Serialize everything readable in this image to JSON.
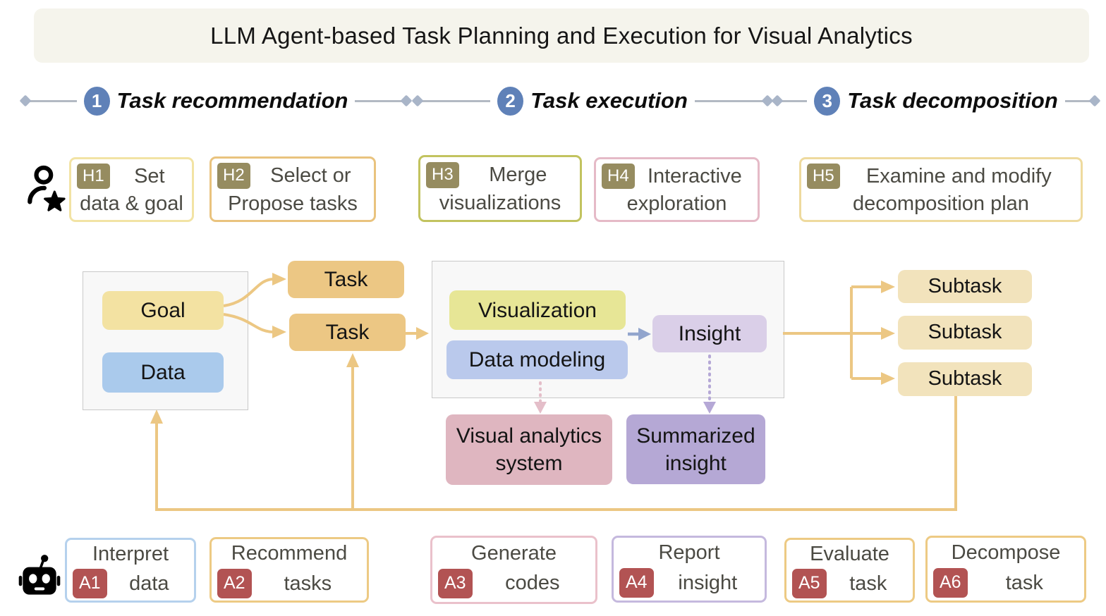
{
  "title": "LLM Agent-based Task Planning and Execution for Visual Analytics",
  "phases": [
    {
      "num": "1",
      "label": "Task recommendation"
    },
    {
      "num": "2",
      "label": "Task execution"
    },
    {
      "num": "3",
      "label": "Task decomposition"
    }
  ],
  "human_row": {
    "icon": "person-star-icon",
    "tasks": [
      {
        "id": "H1",
        "line1": "Set",
        "line2": "data & goal",
        "border": "#f2e3a4"
      },
      {
        "id": "H2",
        "line1": "Select or",
        "line2": "Propose tasks",
        "border": "#e9c37e"
      },
      {
        "id": "H3",
        "line1": "Merge",
        "line2": "visualizations",
        "border": "#c2c35f"
      },
      {
        "id": "H4",
        "line1": "Interactive",
        "line2": "exploration",
        "border": "#e5bac7"
      },
      {
        "id": "H5",
        "line1": "Examine and modify",
        "line2": "decomposition plan",
        "border": "#eeda9e"
      }
    ]
  },
  "agent_row": {
    "icon": "robot-icon",
    "tasks": [
      {
        "id": "A1",
        "line1": "Interpret",
        "line2": "data",
        "border": "#b5d1ed"
      },
      {
        "id": "A2",
        "line1": "Recommend",
        "line2": "tasks",
        "border": "#edca84"
      },
      {
        "id": "A3",
        "line1": "Generate",
        "line2": "codes",
        "border": "#eac1cb"
      },
      {
        "id": "A4",
        "line1": "Report",
        "line2": "insight",
        "border": "#c5b9de"
      },
      {
        "id": "A5",
        "line1": "Evaluate",
        "line2": "task",
        "border": "#edca84"
      },
      {
        "id": "A6",
        "line1": "Decompose",
        "line2": "task",
        "border": "#edca84"
      }
    ]
  },
  "flow": {
    "goal": "Goal",
    "data": "Data",
    "tasks": [
      "Task",
      "Task"
    ],
    "visualization": "Visualization",
    "data_modeling": "Data modeling",
    "insight": "Insight",
    "va_system": {
      "line1": "Visual analytics",
      "line2": "system"
    },
    "summarized_insight": {
      "line1": "Summarized",
      "line2": "insight"
    },
    "subtasks": [
      "Subtask",
      "Subtask",
      "Subtask"
    ]
  },
  "colors": {
    "title_bg": "#f5f4ec",
    "phase_blue": "#5f81b8",
    "phase_line": "#b3b9c3",
    "phase_diamond": "#a9b5c8",
    "h_badge": "#968c60",
    "a_badge": "#b25353",
    "tan": "#ecc783",
    "goal_fill": "#f3e2a2",
    "data_fill": "#aacaec",
    "task_fill": "#ecc784",
    "subtask_fill": "#f2e3bc",
    "vis_fill": "#e7e696",
    "dm_fill": "#bac9ec",
    "insight_fill": "#dacfe8",
    "vas_fill": "#dfb6c0",
    "sum_fill": "#b5a8d5",
    "container_bg": "#f8f8f8",
    "container_border": "#c9c9c9",
    "arrow_blue": "#92a5cd",
    "dot_pink": "#e4bec9",
    "dot_purple": "#b5a8d6"
  }
}
